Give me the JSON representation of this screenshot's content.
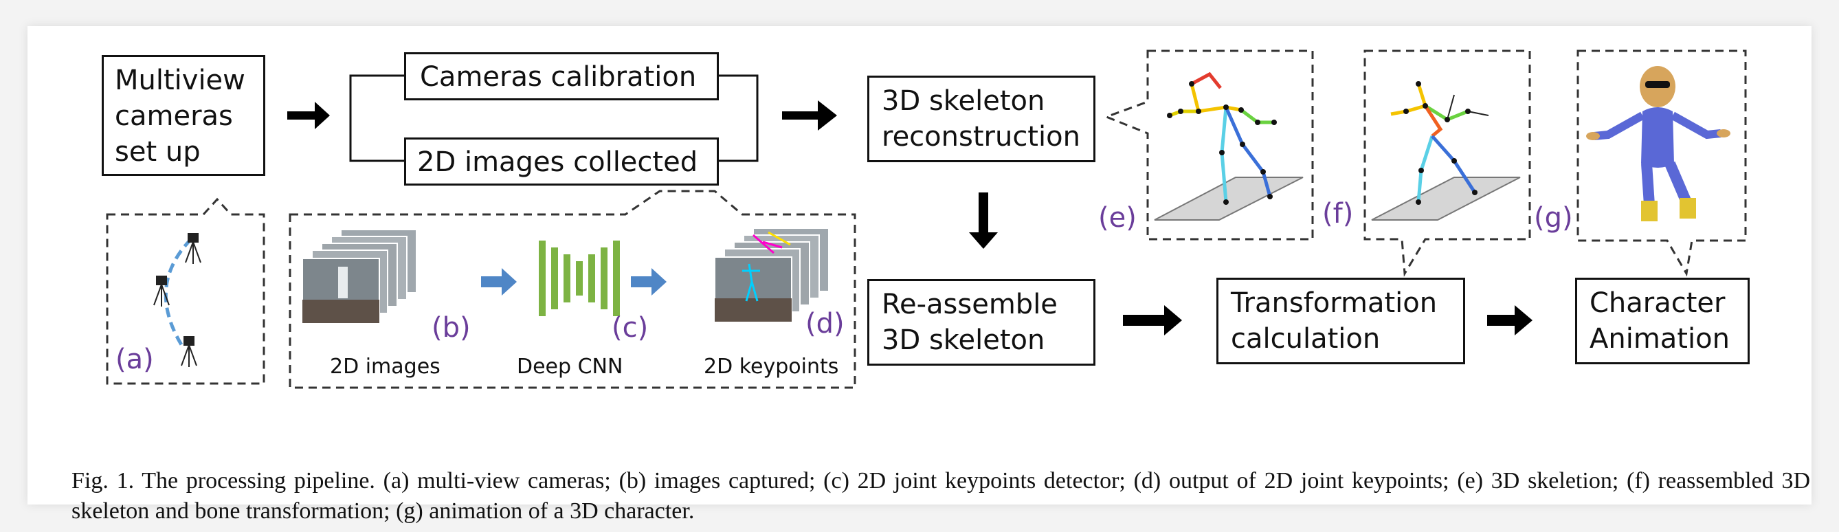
{
  "boxes": {
    "multiview": "Multiview\ncameras\nset up",
    "calibration": "Cameras calibration",
    "collected": "2D images collected",
    "reconstruction": "3D skeleton\nreconstruction",
    "reassemble": "Re-assemble\n3D skeleton",
    "transformation": "Transformation\ncalculation",
    "animation": "Character\nAnimation"
  },
  "sub_captions": {
    "images": "2D images",
    "cnn": "Deep CNN",
    "keypoints": "2D keypoints"
  },
  "letters": {
    "a": "(a)",
    "b": "(b)",
    "c": "(c)",
    "d": "(d)",
    "e": "(e)",
    "f": "(f)",
    "g": "(g)"
  },
  "caption": "Fig. 1.  The processing pipeline. (a) multi-view cameras; (b) images captured; (c) 2D joint keypoints detector; (d) output of 2D joint keypoints; (e) 3D skeletion; (f) reassembled 3D skeleton and bone transformation; (g) animation of a 3D character.",
  "colors": {
    "accent_label": "#6a3d9a",
    "arrow_blue": "#4f86c6",
    "cnn_green": "#7db343"
  }
}
